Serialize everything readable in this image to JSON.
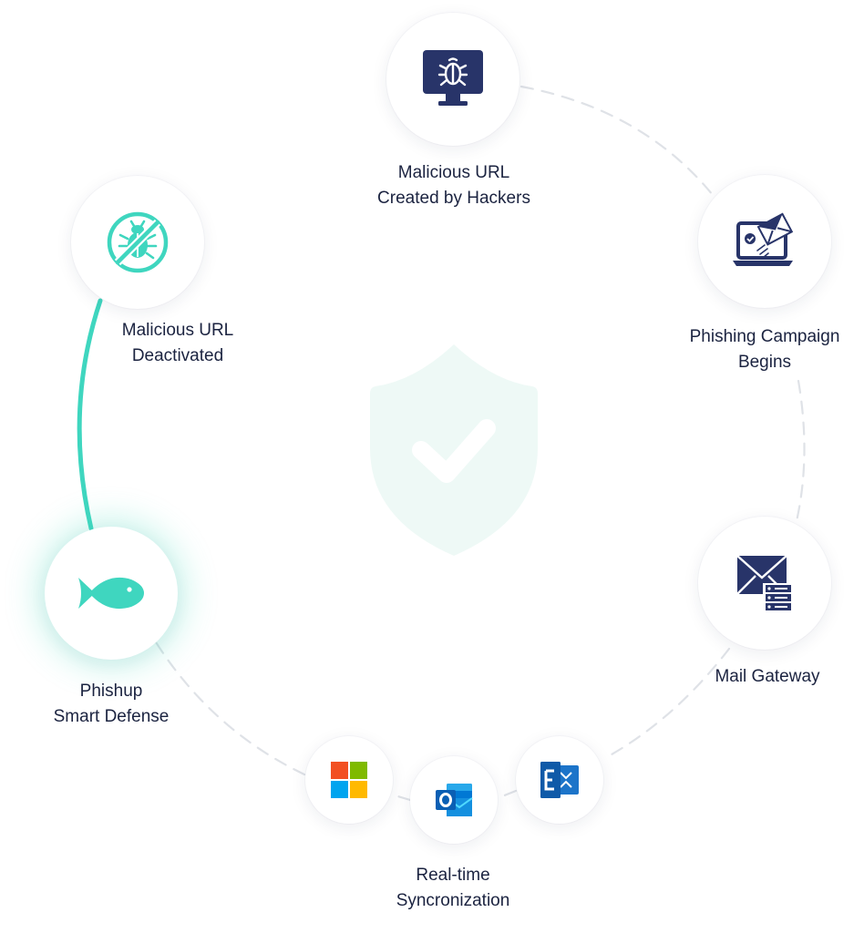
{
  "nodes": {
    "malicious_url_created": {
      "line1": "Malicious URL",
      "line2": "Created by Hackers",
      "icon": "monitor-bug-icon"
    },
    "phishing_campaign": {
      "line1": "Phishing Campaign",
      "line2": "Begins",
      "icon": "laptop-email-icon"
    },
    "mail_gateway": {
      "line1": "Mail Gateway",
      "icon": "mail-server-icon"
    },
    "realtime_sync": {
      "line1": "Real-time",
      "line2": "Syncronization",
      "icons": [
        "microsoft-logo-icon",
        "outlook-icon",
        "exchange-icon"
      ]
    },
    "phishup_defense": {
      "line1": "Phishup",
      "line2": "Smart Defense",
      "icon": "fish-icon"
    },
    "url_deactivated": {
      "line1": "Malicious URL",
      "line2": "Deactivated",
      "icon": "bug-blocked-icon"
    }
  },
  "colors": {
    "navy": "#283469",
    "teal": "#3fd6bf",
    "teal_light": "#e9f8f5",
    "text": "#1b2340",
    "dash": "#dfe2e7"
  }
}
